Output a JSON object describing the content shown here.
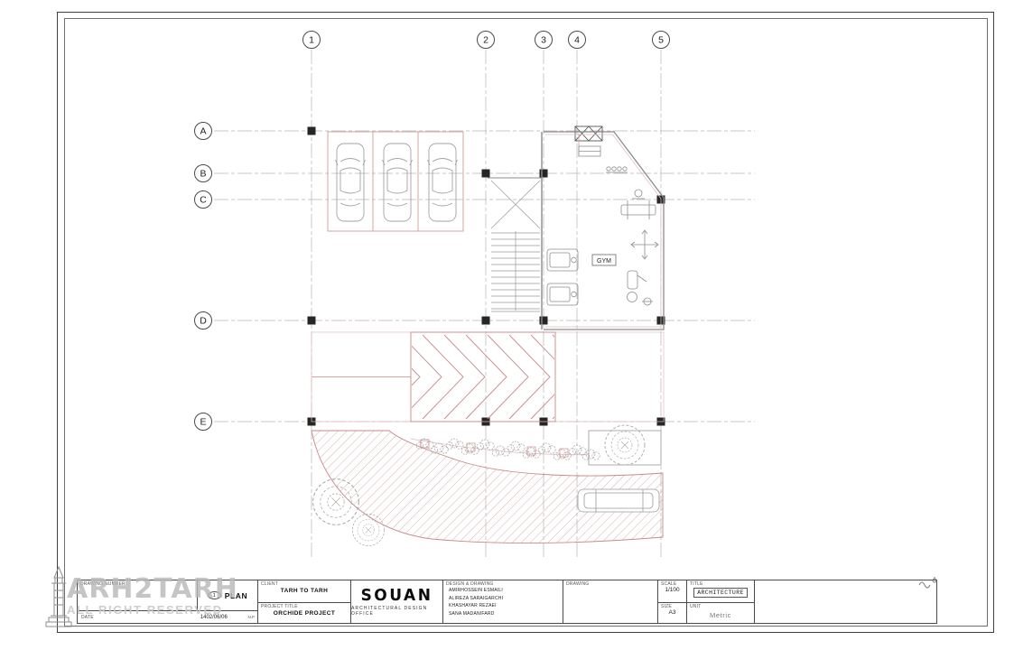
{
  "grid": {
    "columns": [
      "1",
      "2",
      "3",
      "4",
      "5"
    ],
    "rows": [
      "A",
      "B",
      "C",
      "D",
      "E"
    ]
  },
  "plan": {
    "gym_label": "GYM"
  },
  "watermark": {
    "brand": "ARH2TARH",
    "rights": "ALL RIGHT RESERVED"
  },
  "titleblock": {
    "drawing_number_label": "DRAWING NUMBER",
    "date_label": "DATE",
    "date_value": "1402/06/06",
    "sheet_number": "1",
    "sheet_title": "PLAN",
    "sheet_note": "N.P",
    "client_label": "CLIENT",
    "client_value": "TARH TO TARH",
    "project_label": "PROJECT TITLE",
    "project_value": "ORCHIDE PROJECT",
    "office_name": "SOUAN",
    "office_subtitle": "ARCHITECTURAL DESIGN OFFICE",
    "design_label": "DESIGN & DRAWING",
    "designers": [
      "AMIRHOSSEIN ESMAILI",
      "ALIREZA SARAIGARCHI",
      "KHASHAYAR REZAEI",
      "SANA MADANIFARD"
    ],
    "drawing_label": "DRAWING",
    "scale_label": "SCALE",
    "scale_value": "1/100",
    "size_label": "SIZE",
    "size_value": "A3",
    "title_label": "TITLE",
    "title_value": "ARCHITECTURE",
    "unit_label": "UNIT",
    "unit_value": "Metric"
  },
  "colors": {
    "accent_red": "#c98a8a",
    "grid_gray": "#b5b5b5",
    "line_dark": "#3f3f3f"
  }
}
